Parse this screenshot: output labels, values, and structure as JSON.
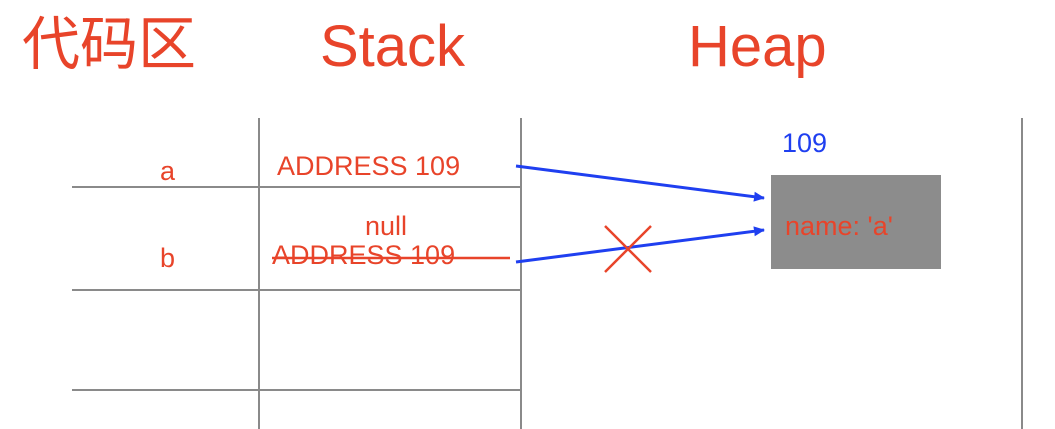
{
  "headers": {
    "code": "代码区",
    "stack": "Stack",
    "heap": "Heap"
  },
  "code_rows": [
    {
      "var": "a"
    },
    {
      "var": "b"
    }
  ],
  "stack_rows": [
    {
      "value": "ADDRESS 109"
    },
    {
      "value": "ADDRESS 109",
      "struck": true,
      "new_value": "null"
    }
  ],
  "heap_object": {
    "address": "109",
    "content": "name: 'a'"
  },
  "colors": {
    "red": "#e8442a",
    "blue": "#1f3ff0",
    "gray_box": "#8c8c8c",
    "lines": "#8a8a8a"
  }
}
